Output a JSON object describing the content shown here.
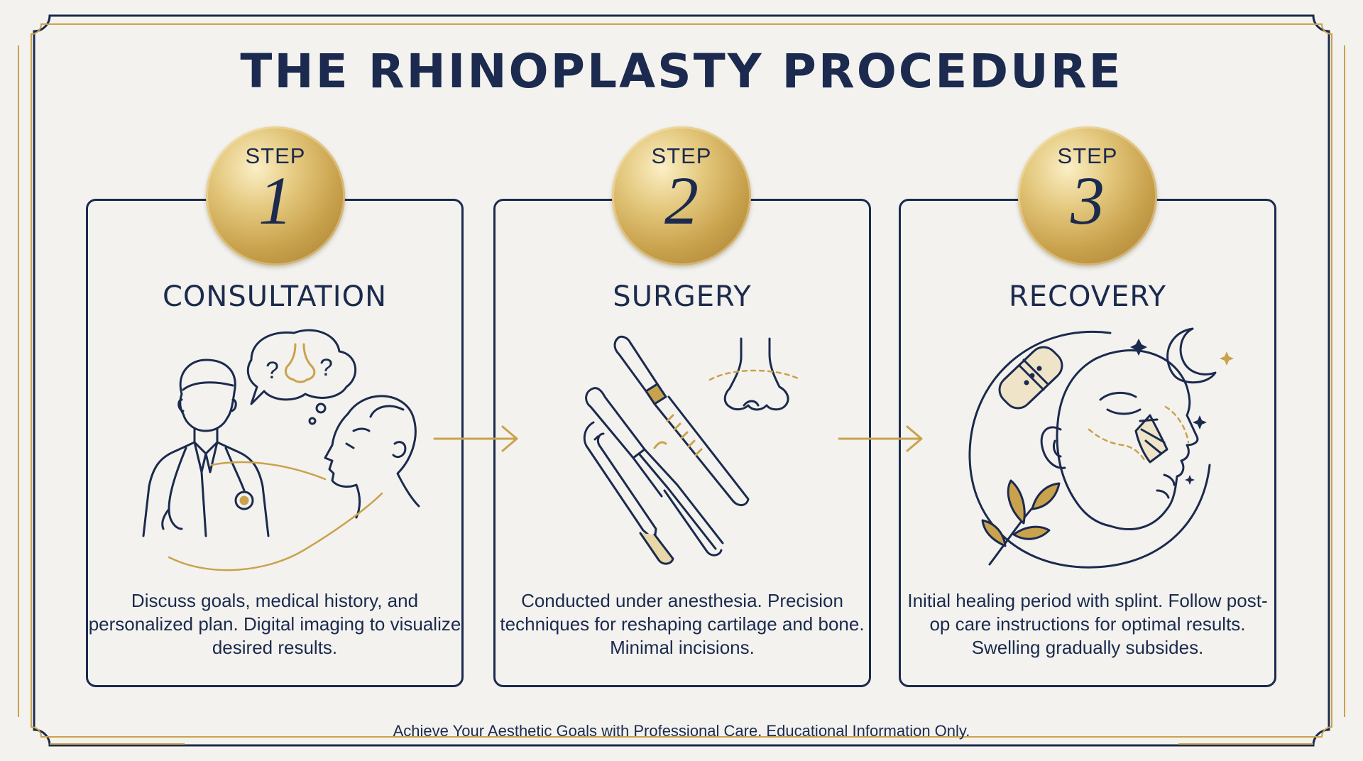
{
  "title": "THE RHINOPLASTY PROCEDURE",
  "steps": [
    {
      "label": "STEP",
      "number": "1",
      "heading": "CONSULTATION",
      "description": "Discuss goals, medical history, and personalized plan. Digital imaging to visualize desired results.",
      "illustration": "doctor-patient-consultation-icon"
    },
    {
      "label": "STEP",
      "number": "2",
      "heading": "SURGERY",
      "description": "Conducted under anesthesia. Precision techniques for reshaping cartilage and bone. Minimal incisions.",
      "illustration": "surgical-instruments-icon"
    },
    {
      "label": "STEP",
      "number": "3",
      "heading": "RECOVERY",
      "description": "Initial healing period with splint. Follow post-op care instructions for optimal results. Swelling gradually subsides.",
      "illustration": "recovery-face-splint-icon"
    }
  ],
  "footer": "Achieve Your Aesthetic Goals with Professional Care. Educational Information Only.",
  "colors": {
    "navy": "#1b2a4e",
    "gold": "#c9a24d",
    "background": "#f3f2ee"
  }
}
